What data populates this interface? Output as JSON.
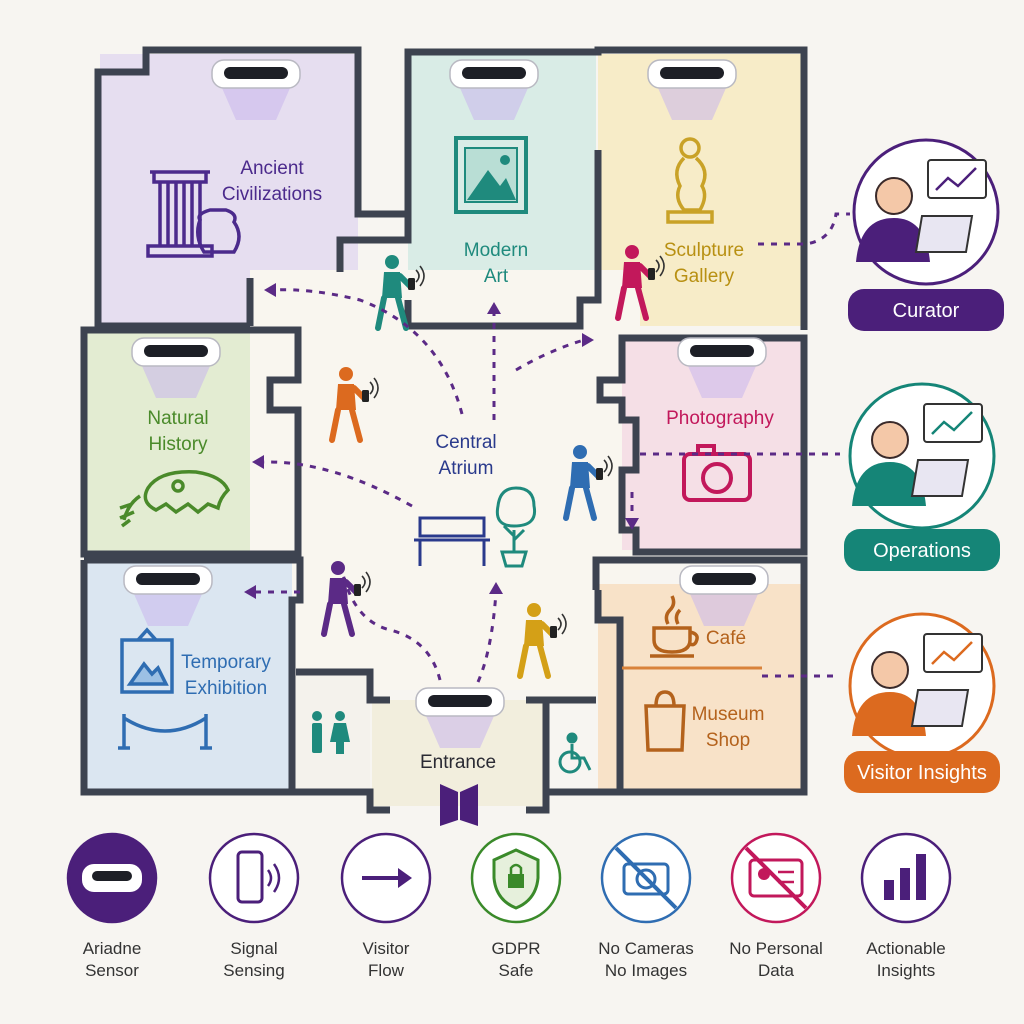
{
  "rooms": {
    "ancient": "Ancient\nCivilizations",
    "modern": "Modern\nArt",
    "sculpture": "Sculpture\nGallery",
    "natural": "Natural\nHistory",
    "atrium": "Central\nAtrium",
    "photography": "Photography",
    "temporary": "Temporary\nExhibition",
    "cafe": "Café",
    "shop": "Museum\nShop",
    "entrance": "Entrance"
  },
  "roles": {
    "curator": "Curator",
    "operations": "Operations",
    "insights": "Visitor Insights"
  },
  "legend": [
    {
      "label": "Ariadne\nSensor",
      "icon": "sensor-icon"
    },
    {
      "label": "Signal\nSensing",
      "icon": "phone-signal-icon"
    },
    {
      "label": "Visitor\nFlow",
      "icon": "arrow-right-icon"
    },
    {
      "label": "GDPR\nSafe",
      "icon": "shield-lock-icon"
    },
    {
      "label": "No Cameras\nNo Images",
      "icon": "no-camera-icon"
    },
    {
      "label": "No Personal\nData",
      "icon": "no-id-icon"
    },
    {
      "label": "Actionable\nInsights",
      "icon": "bar-chart-icon"
    }
  ],
  "colors": {
    "wall": "#3d4350",
    "flow": "#5b2a86",
    "ancient": "#4b2a8c",
    "modern": "#1f8a7d",
    "sculpture": "#c9a227",
    "natural": "#4a8a2a",
    "photography": "#c2185b",
    "temporary": "#2f6db2",
    "cafe": "#b4621c",
    "curator": "#4b1f7a",
    "operations": "#158577",
    "insights": "#dc6a1f"
  }
}
